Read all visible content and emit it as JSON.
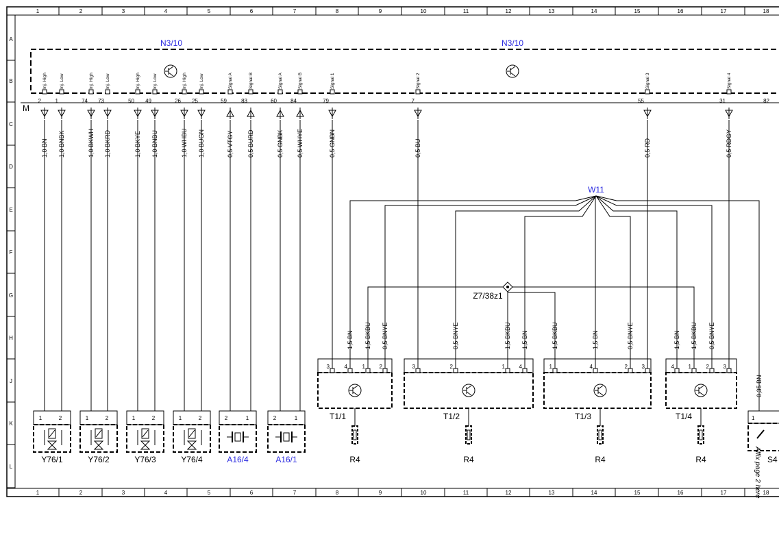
{
  "grid": {
    "columns": [
      "1",
      "2",
      "3",
      "4",
      "5",
      "6",
      "7",
      "8",
      "9",
      "10",
      "11",
      "12",
      "13",
      "14",
      "15",
      "16",
      "17",
      "18"
    ],
    "rows": [
      "A",
      "B",
      "C",
      "D",
      "E",
      "F",
      "G",
      "H",
      "J",
      "K",
      "L"
    ]
  },
  "module": {
    "labels": [
      "N3/10",
      "N3/10"
    ],
    "ground_label": "M",
    "pins": [
      {
        "num": "2",
        "sig": "Inj. High",
        "wire": "1,0 BN"
      },
      {
        "num": "1",
        "sig": "Inj. Low",
        "wire": "1,0 BNBK"
      },
      {
        "num": "74",
        "sig": "Inj. High",
        "wire": "1,0 BKWH"
      },
      {
        "num": "73",
        "sig": "Inj. Low",
        "wire": "1,0 BKRD"
      },
      {
        "num": "50",
        "sig": "Inj. High",
        "wire": "1,0 BKYE"
      },
      {
        "num": "49",
        "sig": "Inj. Low",
        "wire": "1,0 BNBU"
      },
      {
        "num": "26",
        "sig": "Inj. High",
        "wire": "1,0 WHBU"
      },
      {
        "num": "25",
        "sig": "Inj. Low",
        "wire": "1,0 BUGN"
      },
      {
        "num": "59",
        "sig": "Signal A",
        "wire": "0,5 VTGY"
      },
      {
        "num": "83",
        "sig": "Signal B",
        "wire": "0,5 BURD"
      },
      {
        "num": "60",
        "sig": "Signal A",
        "wire": "0,5 GNBK"
      },
      {
        "num": "84",
        "sig": "Signal B",
        "wire": "0,5 WHYE"
      },
      {
        "num": "79",
        "sig": "Signal 1",
        "wire": "0,5 GNBN"
      },
      {
        "num": "7",
        "sig": "Signal 2",
        "wire": "0,5 BU"
      },
      {
        "num": "55",
        "sig": "Signal 3",
        "wire": "0,5 RD"
      },
      {
        "num": "31",
        "sig": "Signal 4",
        "wire": "0,5 RDGY"
      },
      {
        "num": "82",
        "sig": "",
        "wire": ""
      }
    ]
  },
  "harness": {
    "label": "W11"
  },
  "splice": {
    "label": "Z7/38z1"
  },
  "components": {
    "injectors": [
      "Y76/1",
      "Y76/2",
      "Y76/3",
      "Y76/4"
    ],
    "sensors": [
      "A16/4",
      "A16/1"
    ],
    "sensor_pins": [
      {
        "a": "2",
        "b": "1"
      },
      {
        "a": "2",
        "b": "1"
      }
    ],
    "injector_pins": {
      "a": "1",
      "b": "2"
    },
    "transmitters": [
      {
        "name": "T1/1",
        "pins": [
          "3",
          "4",
          "1",
          "2"
        ],
        "wires": [
          "1,5 BN",
          "1,5 BKBU",
          "0,5 BNYE"
        ]
      },
      {
        "name": "T1/2",
        "pins": [
          "3",
          "2",
          "1",
          "4"
        ],
        "wires": [
          "0,5 BNYE",
          "1,5 BKBU",
          "1,5 BN"
        ]
      },
      {
        "name": "T1/3",
        "pins": [
          "1",
          "4",
          "2",
          "3"
        ],
        "wires": [
          "1,5 BKBU",
          "1,5 BN",
          "0,5 BNYE"
        ]
      },
      {
        "name": "T1/4",
        "pins": [
          "4",
          "1",
          "2",
          "3"
        ],
        "wires": [
          "1,5 BN",
          "1,5 BKBU",
          "0,5 BNYE"
        ]
      }
    ],
    "r4_label": "R4",
    "last": {
      "wire": "0,35 BN",
      "pin": "1",
      "label": "S4"
    }
  },
  "note": "Affix page 2 here",
  "colors": {
    "line": "#000000",
    "blue": "#2a2ae0"
  }
}
